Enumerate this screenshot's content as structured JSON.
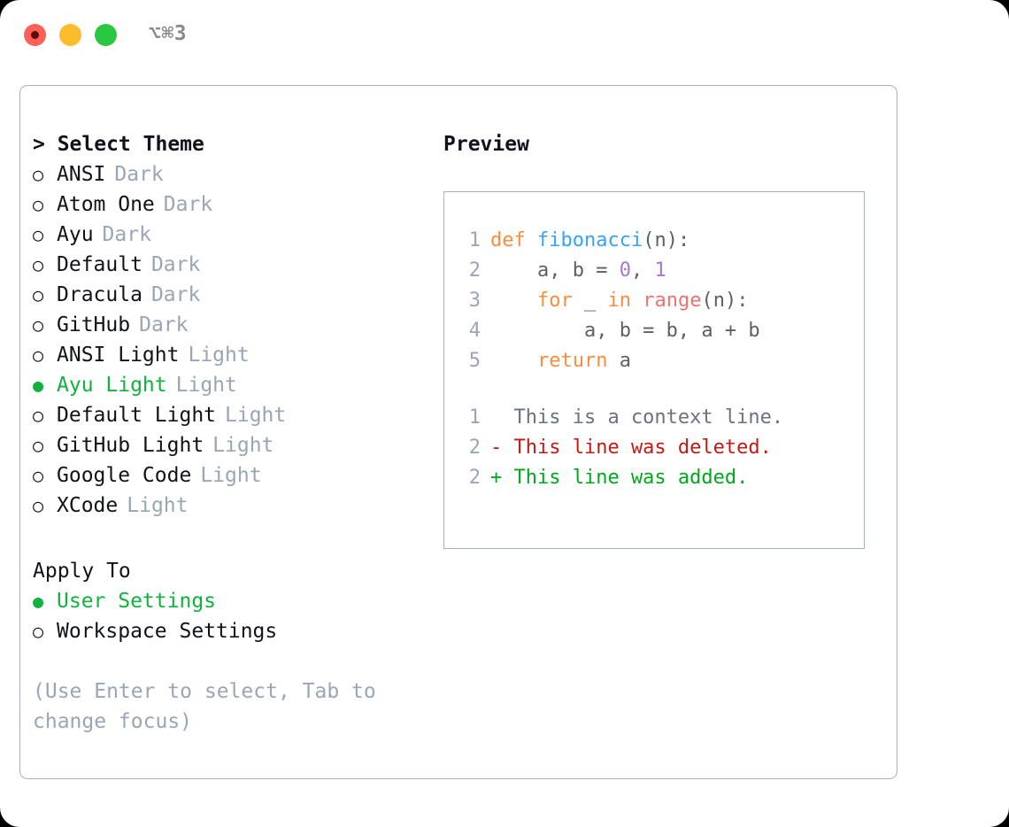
{
  "titlebar": {
    "shortcut": "⌥⌘3",
    "buttons": [
      {
        "name": "close",
        "color": "#ff5f57"
      },
      {
        "name": "minimize",
        "color": "#fdbc2c"
      },
      {
        "name": "zoom",
        "color": "#28c840"
      }
    ]
  },
  "theme_picker": {
    "heading": "> Select Theme",
    "marker_unselected": "○",
    "marker_selected": "●",
    "items": [
      {
        "name": "ANSI",
        "tag": "Dark",
        "selected": false
      },
      {
        "name": "Atom One",
        "tag": "Dark",
        "selected": false
      },
      {
        "name": "Ayu",
        "tag": "Dark",
        "selected": false
      },
      {
        "name": "Default",
        "tag": "Dark",
        "selected": false
      },
      {
        "name": "Dracula",
        "tag": "Dark",
        "selected": false
      },
      {
        "name": "GitHub",
        "tag": "Dark",
        "selected": false
      },
      {
        "name": "ANSI Light",
        "tag": "Light",
        "selected": false
      },
      {
        "name": "Ayu Light",
        "tag": "Light",
        "selected": true
      },
      {
        "name": "Default Light",
        "tag": "Light",
        "selected": false
      },
      {
        "name": "GitHub Light",
        "tag": "Light",
        "selected": false
      },
      {
        "name": "Google Code",
        "tag": "Light",
        "selected": false
      },
      {
        "name": "XCode",
        "tag": "Light",
        "selected": false
      }
    ]
  },
  "apply_to": {
    "label": "Apply To",
    "items": [
      {
        "name": "User Settings",
        "selected": true
      },
      {
        "name": "Workspace Settings",
        "selected": false
      }
    ]
  },
  "hint": "(Use Enter to select, Tab to change focus)",
  "preview": {
    "heading": "Preview",
    "code_lines": [
      {
        "no": "1",
        "tokens": [
          {
            "t": "def",
            "c": "kw"
          },
          {
            "t": " ",
            "c": "plain"
          },
          {
            "t": "fibonacci",
            "c": "fn"
          },
          {
            "t": "(n):",
            "c": "punc"
          }
        ]
      },
      {
        "no": "2",
        "tokens": [
          {
            "t": "    a, b = ",
            "c": "plain"
          },
          {
            "t": "0",
            "c": "num"
          },
          {
            "t": ", ",
            "c": "plain"
          },
          {
            "t": "1",
            "c": "num"
          }
        ]
      },
      {
        "no": "3",
        "tokens": [
          {
            "t": "    ",
            "c": "plain"
          },
          {
            "t": "for",
            "c": "kw"
          },
          {
            "t": " _ ",
            "c": "plain"
          },
          {
            "t": "in",
            "c": "kw"
          },
          {
            "t": " ",
            "c": "plain"
          },
          {
            "t": "range",
            "c": "bi"
          },
          {
            "t": "(n):",
            "c": "punc"
          }
        ]
      },
      {
        "no": "4",
        "tokens": [
          {
            "t": "        a, b = b, a + b",
            "c": "plain"
          }
        ]
      },
      {
        "no": "5",
        "tokens": [
          {
            "t": "    ",
            "c": "plain"
          },
          {
            "t": "return",
            "c": "kw"
          },
          {
            "t": " a",
            "c": "plain"
          }
        ]
      }
    ],
    "diff_lines": [
      {
        "no": "1",
        "marker": " ",
        "text": "  This is a context line.",
        "kind": "ctx"
      },
      {
        "no": "2",
        "marker": "-",
        "text": "- This line was deleted.",
        "kind": "del"
      },
      {
        "no": "2",
        "marker": "+",
        "text": "+ This line was added.",
        "kind": "add"
      }
    ]
  },
  "colors": {
    "accent_green": "#0fb33e",
    "muted": "#9aa6b5",
    "keyword": "#fa8d3e",
    "function": "#36a3f7",
    "number": "#a37acc",
    "builtin": "#f07171",
    "diff_delete": "#c41a16",
    "diff_add": "#00a81f",
    "border": "#a7b0bf"
  }
}
